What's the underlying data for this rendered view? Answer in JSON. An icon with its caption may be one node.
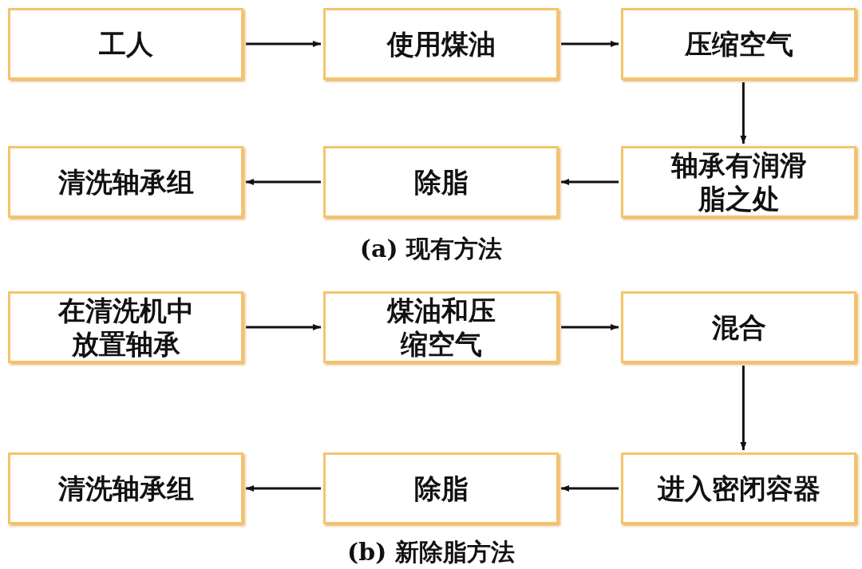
{
  "diagram": {
    "nodes": [
      {
        "text": [
          "工人"
        ]
      },
      {
        "text": [
          "使用煤油"
        ]
      },
      {
        "text": [
          "压缩空气"
        ]
      },
      {
        "text": [
          "清洗轴承组"
        ]
      },
      {
        "text": [
          "除脂"
        ]
      },
      {
        "text": [
          "轴承有润滑脂之处"
        ]
      },
      {
        "text": [
          "在清洗机中放置轴承"
        ]
      },
      {
        "text": [
          "煤油和压缩空气"
        ]
      },
      {
        "text": [
          "混合"
        ]
      },
      {
        "text": [
          "清洗轴承组"
        ]
      },
      {
        "text": [
          "除脂"
        ]
      },
      {
        "text": [
          "进入密闭容器"
        ]
      }
    ],
    "edges": [
      {
        "from": 0,
        "to": 1,
        "arrow": "to"
      },
      {
        "from": 1,
        "to": 2,
        "arrow": "to"
      },
      {
        "from": 2,
        "to": 5,
        "arrow": "to"
      },
      {
        "from": 5,
        "to": 4,
        "arrow": "to"
      },
      {
        "from": 4,
        "to": 3,
        "arrow": "to"
      },
      {
        "from": 6,
        "to": 7,
        "arrow": "to"
      },
      {
        "from": 7,
        "to": 8,
        "arrow": "to"
      },
      {
        "from": 8,
        "to": 11,
        "arrow": "to"
      },
      {
        "from": 11,
        "to": 10,
        "arrow": "to"
      },
      {
        "from": 10,
        "to": 9,
        "arrow": "to"
      }
    ],
    "labels": [
      "(a) 现有方法",
      "(b) 新除脂方法"
    ]
  }
}
